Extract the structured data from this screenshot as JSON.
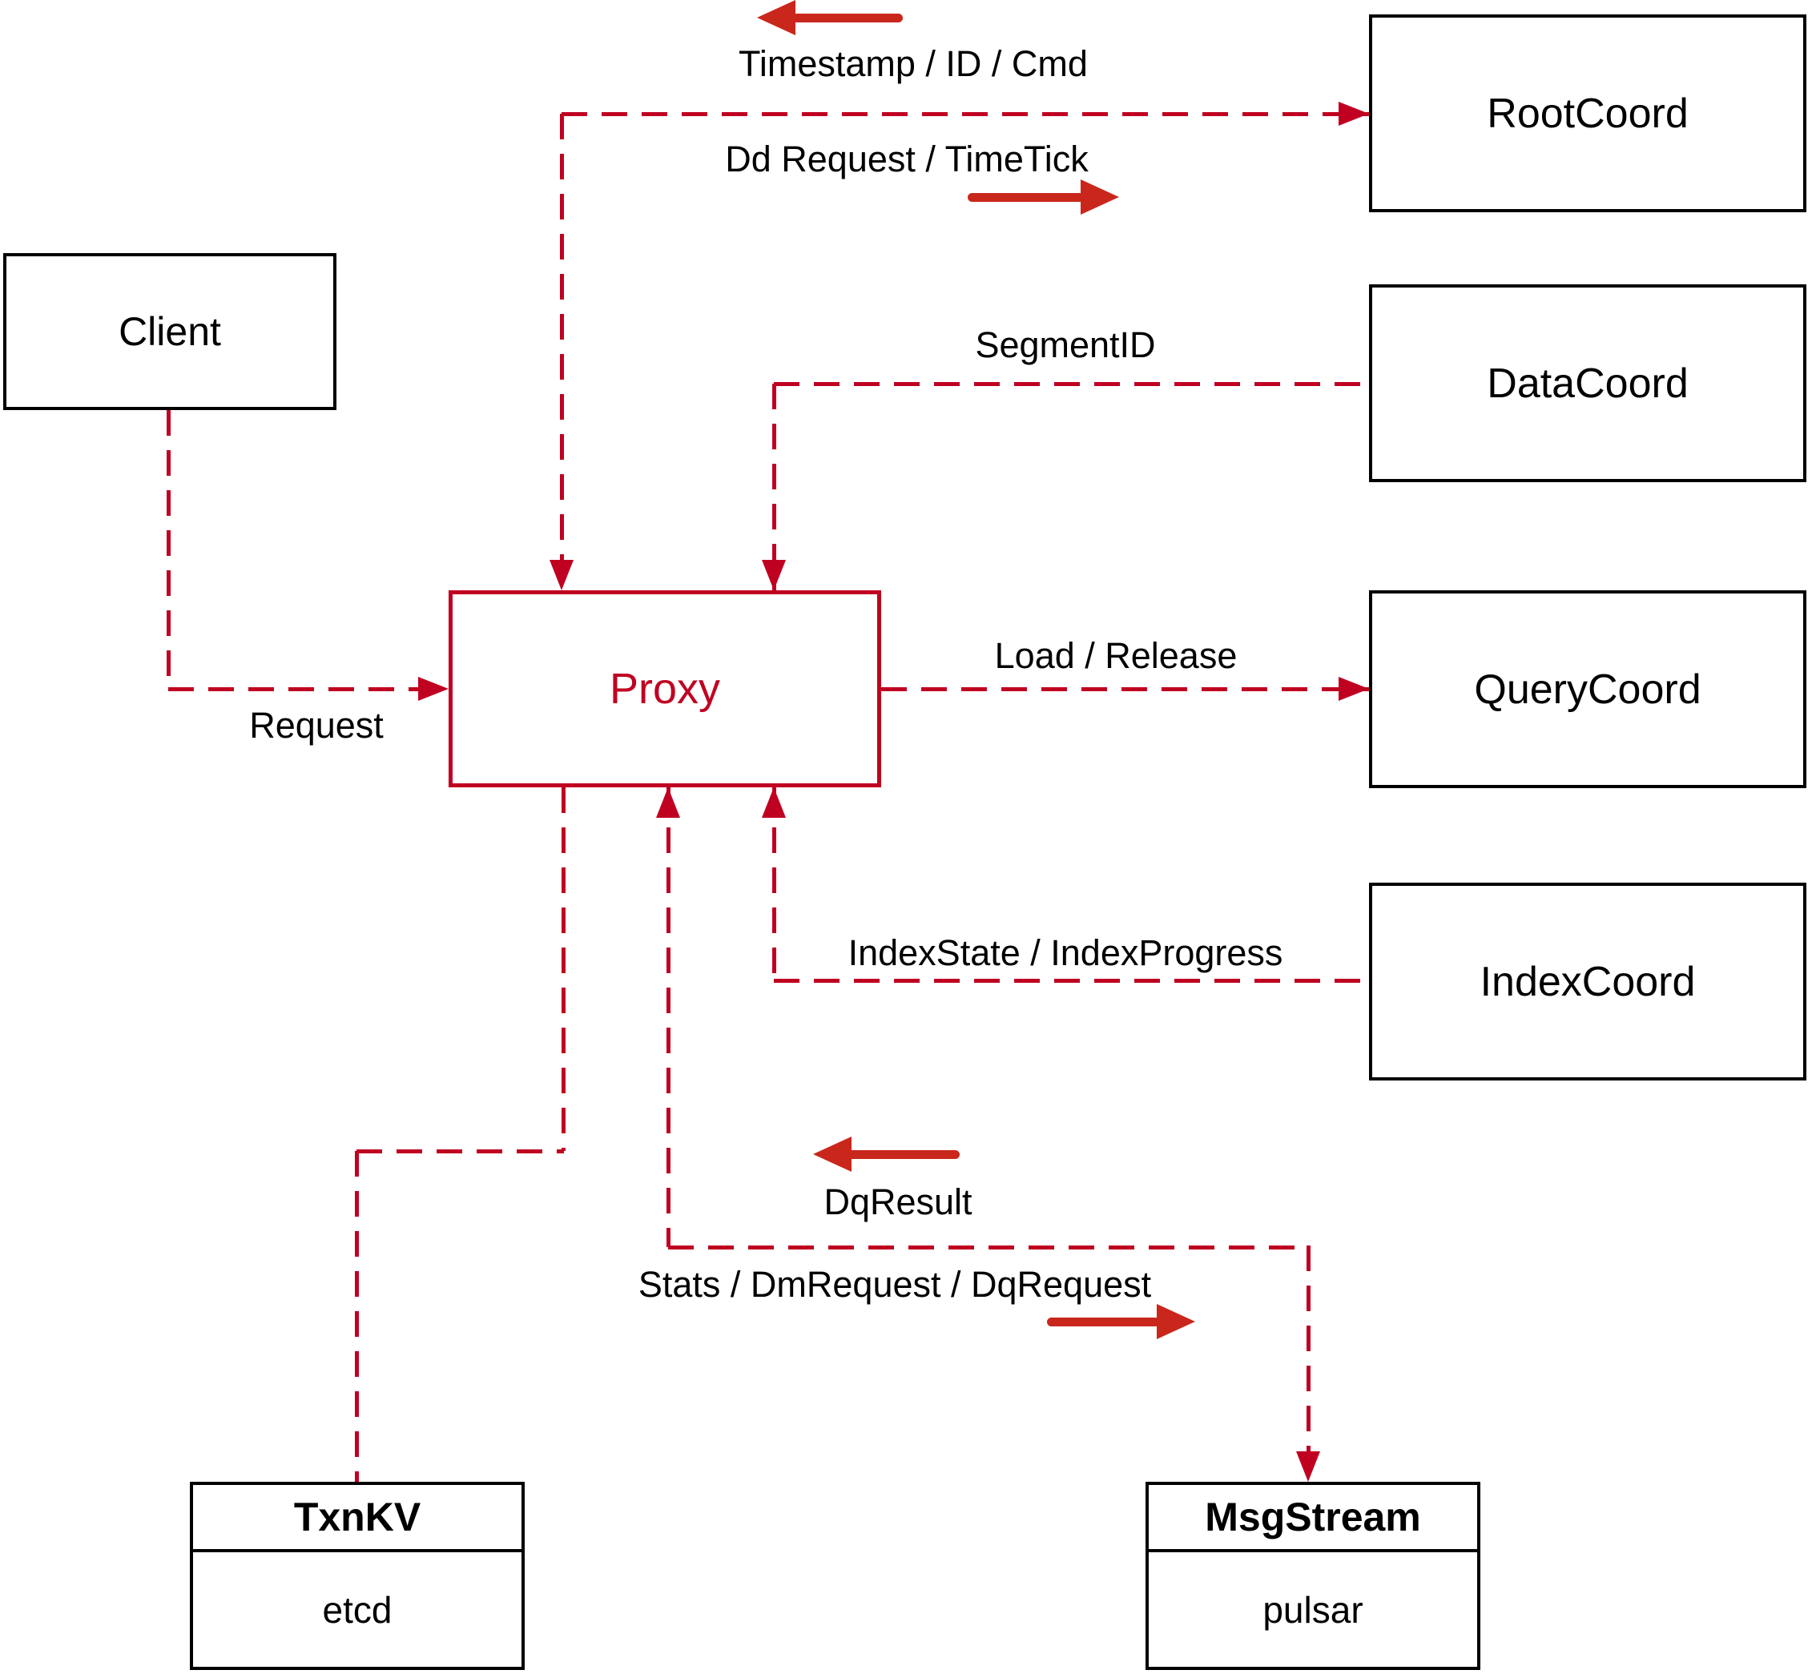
{
  "diagram": {
    "nodes": {
      "client": {
        "label": "Client"
      },
      "rootcoord": {
        "label": "RootCoord"
      },
      "datacoord": {
        "label": "DataCoord"
      },
      "querycoord": {
        "label": "QueryCoord"
      },
      "indexcoord": {
        "label": "IndexCoord"
      },
      "proxy": {
        "label": "Proxy"
      },
      "txnkv": {
        "title": "TxnKV",
        "subtitle": "etcd"
      },
      "msgstream": {
        "title": "MsgStream",
        "subtitle": "pulsar"
      }
    },
    "edge_labels": {
      "timestamp_id_cmd": "Timestamp / ID / Cmd",
      "dd_request_timetick": "Dd Request / TimeTick",
      "segment_id": "SegmentID",
      "load_release": "Load / Release",
      "indexstate_progress": "IndexState / IndexProgress",
      "request": "Request",
      "dq_result": "DqResult",
      "stats_dm_dq": "Stats / DmRequest / DqRequest"
    },
    "colors": {
      "connector": "#c00021",
      "annotation_arrow": "#c9271b",
      "node_border": "#000000",
      "proxy_accent": "#c00021",
      "background": "#ffffff"
    }
  }
}
